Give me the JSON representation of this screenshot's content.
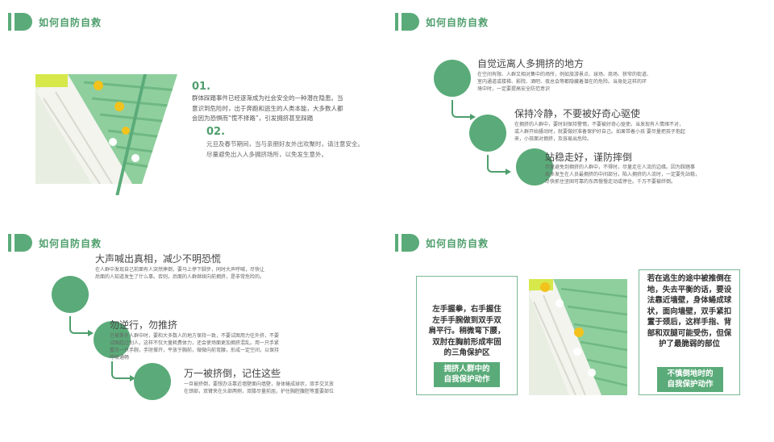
{
  "header_title": "如何自防自救",
  "colors": {
    "accent": "#5aab79",
    "accent_dark": "#4e9e6c",
    "text": "#555555"
  },
  "q1": {
    "point1": {
      "num": "01.",
      "lines": [
        "群体踩踏事件已经逐渐成为社会安全的一种潜在隐患。当",
        "意识到危险时，出于奔跑和逃生的人类本能，大多数人都",
        "会因为恐惧而“慌不择路”，引发拥挤甚至踩踏"
      ]
    },
    "point2": {
      "num": "02.",
      "lines": [
        "元旦及春节期间，当与亲朋好友外出欢聚时，请注意安全。",
        "尽量避免出入人多拥挤场所，以免发生意外。"
      ]
    }
  },
  "q2": {
    "steps": [
      {
        "title": "自觉远离人多拥挤的地方",
        "desc": [
          "在空间有限、人群又相对集中的场所，例如旅游景点、球场、商场、狭窄的街道、",
          "室内通道或楼梯、影院、酒吧、夜总会等都隐藏着潜在的危险。当身处这样的环",
          "境中时，一定要提高安全防范意识"
        ]
      },
      {
        "title": "保持冷静，不要被好奇心驱使",
        "desc": [
          "在拥挤的人群中，要时刻保持警惕，不要被好奇心驱使。当发现有人情绪不对，",
          "或人群开始骚动时，就要做好准备保护好自己。如果带着小孩 要尽量把孩子抱起",
          "来，小孩面对拥挤，及容易出危险。"
        ]
      },
      {
        "title": "站稳走好，谨防摔倒",
        "desc": [
          "尽量避免到拥挤的人群中，不得时，尽量走在人流的边缘。因为踩踏事",
          "故多发生在人员最拥挤的中间部分。陷入拥挤的人流时，一定要先站稳，",
          "尽快抓住坚固可靠的东西慢慢走动或停住。千万不要被绊倒。"
        ]
      }
    ]
  },
  "q3": {
    "steps": [
      {
        "title": "大声喊出真相，减少不明恐慌",
        "desc": [
          "在人群中发现自己前面有人突然摔倒，要马上停下脚步，同时大声呼喊，尽快让",
          "后面的人知道发生了什么事。否则，后面的人群继续向前拥挤，是非常危险的。"
        ]
      },
      {
        "title": "勿逆行，勿推挤",
        "desc": [
          "已被裹在人群中时，要和大多数人的地方保持一致，不要试图用力往外挤，不要",
          "试图超过别人，这样不仅大量耗费体力，还会使场面更加拥挤混乱。用一只手紧",
          "握另一只手腕，手肘撑开，平放于胸前，微微向前弯腰，形成一定空间，以保持",
          "呼吸通畅"
        ]
      },
      {
        "title": "万一被挤倒，记住这些",
        "desc": [
          "一旦被挤倒，要想办法靠近墙壁面向墙壁，身体蜷成球状，双手交叉放",
          "在颈部，双臂夹在头部两侧，双膝尽量前屈，护住胸腔腹腔等重要部位"
        ]
      }
    ]
  },
  "q4": {
    "left_card": {
      "lines": [
        "左手握拳，右手握住",
        "左手手腕做到双手双",
        "肩平行。稍微弯下腰，",
        "双肘在胸前形成牢固",
        "的三角保护区"
      ],
      "tag": [
        "拥挤人群中的",
        "自我保护动作"
      ]
    },
    "right_card": {
      "lines": [
        "若在逃生的途中被推倒在",
        "地，失去平衡的话，要设",
        "法靠近墙壁，身体蜷成球",
        "状，面向墙壁，双手紧扣",
        "置于颈后，这样手指、背",
        "部和双腿可能受伤，但保",
        "护了最脆弱的部位"
      ],
      "tag": [
        "不慎倒地时的",
        "自我保护动作"
      ]
    }
  }
}
